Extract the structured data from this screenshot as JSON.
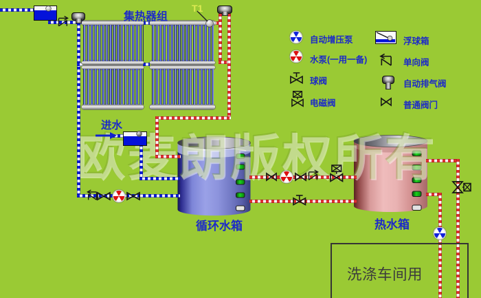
{
  "diagram": {
    "background_color": "#9aca34",
    "labels": {
      "collector_group": "集热器组",
      "t1_sensor": "T1",
      "water_inlet": "进水",
      "circulation_tank": "循环水箱",
      "hot_water_tank": "热水箱",
      "washing_workshop": "洗涤车间用",
      "watermark": "欧麦朗版权所有"
    },
    "legend": {
      "items": [
        {
          "icon": "booster-pump-icon",
          "label": "自动增压泵",
          "color": "#1122dd"
        },
        {
          "icon": "water-pump-icon",
          "label": "水泵(一用一备)",
          "color": "#dd1111"
        },
        {
          "icon": "ball-valve-icon",
          "label": "球阀"
        },
        {
          "icon": "solenoid-valve-icon",
          "label": "电磁阀"
        },
        {
          "icon": "float-ball-box-icon",
          "label": "浮球箱"
        },
        {
          "icon": "check-valve-icon",
          "label": "单向阀"
        },
        {
          "icon": "auto-exhaust-valve-icon",
          "label": "自动排气阀"
        },
        {
          "icon": "ordinary-valve-icon",
          "label": "普通阀门"
        }
      ]
    },
    "colors": {
      "cold_pipe": "#0d1ed6",
      "hot_pipe": "#e03030",
      "circulation_tank_body": "#8d94dd",
      "hot_water_tank_body": "#e8aeae",
      "indicator_on": "#18d018",
      "label_blue": "#1c2ac8",
      "t1_label": "#dcea51"
    }
  }
}
